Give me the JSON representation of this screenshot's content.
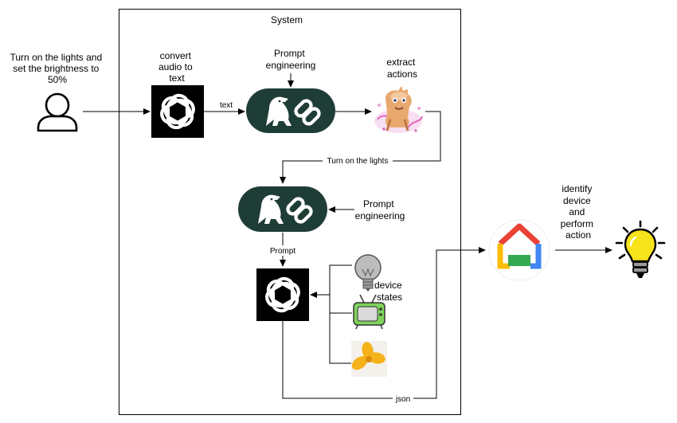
{
  "system_title": "System",
  "user": {
    "caption_lines": [
      "Turn on the lights and",
      "set the brightness to",
      "50%"
    ],
    "icon": "user-icon"
  },
  "openai_top": {
    "caption_lines": [
      "convert",
      "audio to",
      "text"
    ],
    "icon": "openai-logo-icon"
  },
  "edge_text": "text",
  "langchain_top": {
    "caption_lines": [
      "Prompt",
      "engineering"
    ],
    "icon": "langchain-logo-icon"
  },
  "llama": {
    "caption_lines": [
      "extract",
      "actions"
    ],
    "icon": "llama-illustration-icon"
  },
  "edge_turn_on": "Turn on the lights",
  "langchain_mid": {
    "side_lines": [
      "Prompt",
      "engineering"
    ],
    "icon": "langchain-logo-icon"
  },
  "edge_prompt": "Prompt",
  "openai_bottom": {
    "icon": "openai-logo-icon"
  },
  "device_states": {
    "caption_lines": [
      "device",
      "states"
    ],
    "icons": [
      "light-bulb-icon",
      "tv-icon",
      "fan-icon"
    ]
  },
  "edge_json": "json",
  "google_home": {
    "caption_lines": [
      "identify",
      "device",
      "and",
      "perform",
      "action"
    ],
    "icon": "google-home-icon"
  },
  "result": {
    "icon": "glowing-bulb-icon"
  },
  "colors": {
    "langchain_bg": "#1e3d36",
    "openai_bg": "#000000",
    "bulb_yellow": "#f7e31b",
    "tv_green": "#7ed35b",
    "fan_orange": "#f6b21a"
  }
}
